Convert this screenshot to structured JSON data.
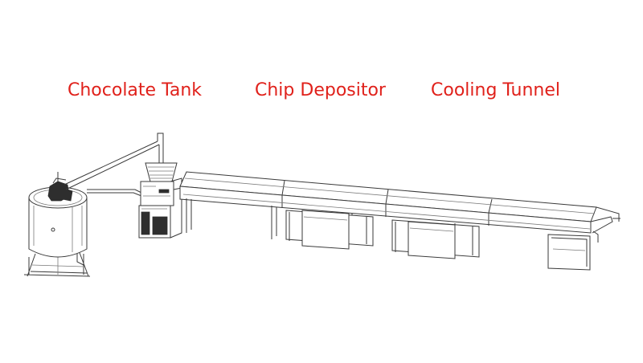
{
  "labels": {
    "chocolate_tank": "Chocolate Tank",
    "chip_depositor": "Chip Depositor",
    "cooling_tunnel": "Cooling Tunnel"
  },
  "colors": {
    "label_text": "#e0211b",
    "line_art": "#3a3a3a",
    "background": "#ffffff"
  }
}
